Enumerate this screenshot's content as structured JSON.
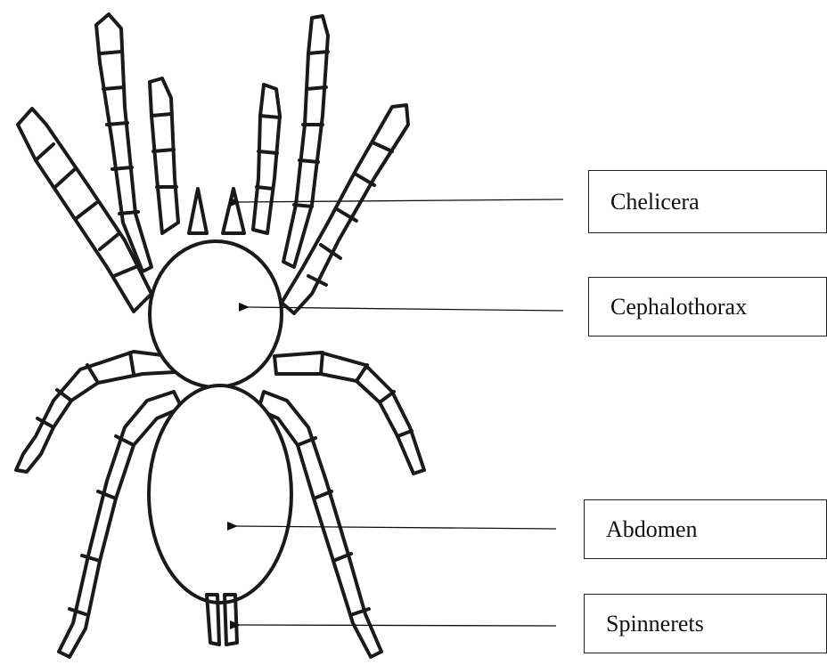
{
  "figure": {
    "subject": "spider-dorsal-view",
    "line_color": "#1a1a1a",
    "background": "#ffffff",
    "labels": {
      "chelicera": "Chelicera",
      "cephalothorax": "Cephalothorax",
      "abdomen": "Abdomen",
      "spinnerets": "Spinnerets"
    }
  }
}
